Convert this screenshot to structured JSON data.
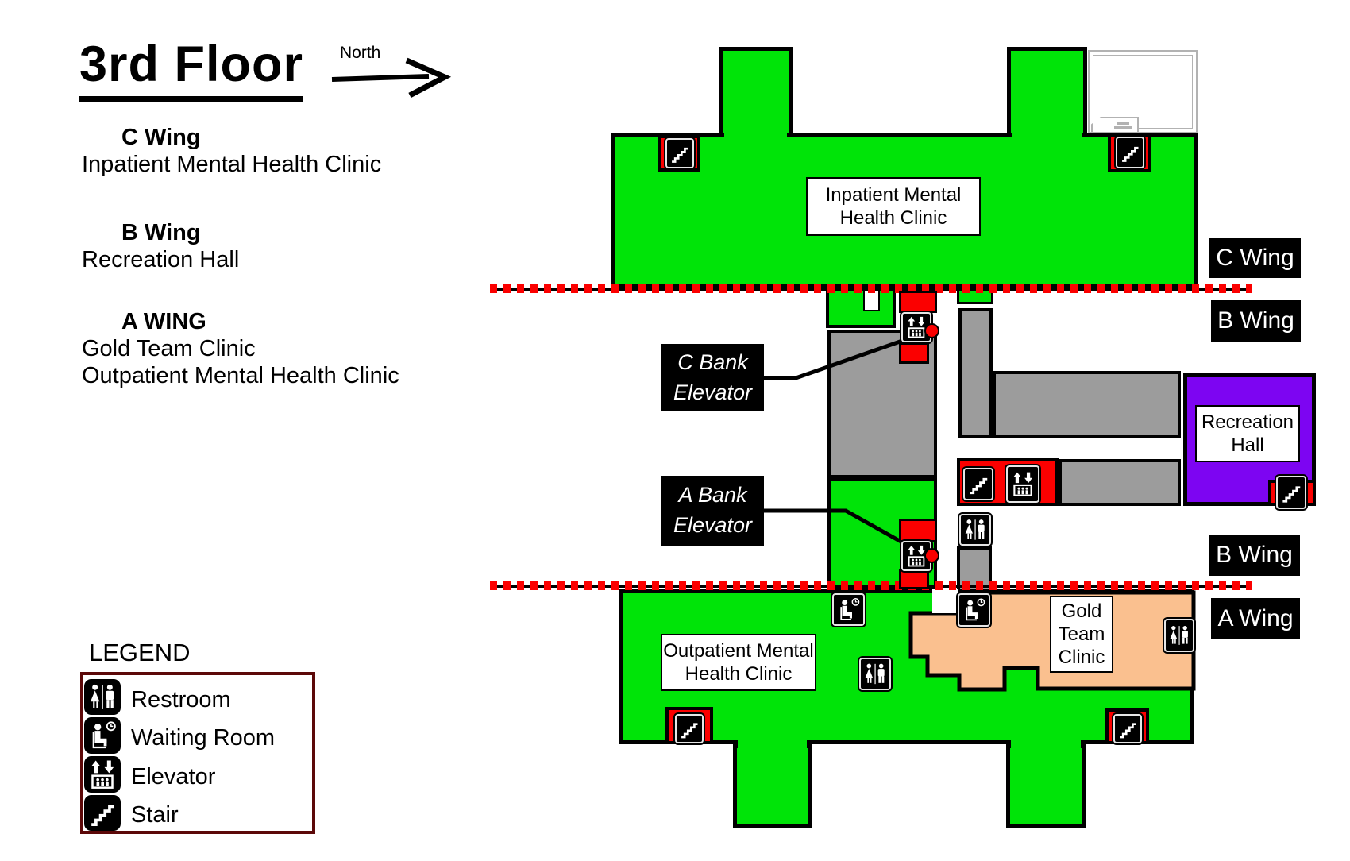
{
  "header": {
    "title": "3rd Floor",
    "north_label": "North"
  },
  "wings": [
    {
      "name": "C Wing",
      "lines": [
        "Inpatient Mental Health Clinic"
      ]
    },
    {
      "name": "B Wing",
      "lines": [
        "Recreation Hall"
      ]
    },
    {
      "name": "A WING",
      "lines": [
        "Gold Team Clinic",
        "Outpatient Mental Health Clinic"
      ]
    }
  ],
  "legend": {
    "title": "LEGEND",
    "items": [
      {
        "label": "Restroom",
        "icon": "restroom-icon"
      },
      {
        "label": "Waiting Room",
        "icon": "waiting-room-icon"
      },
      {
        "label": "Elevator",
        "icon": "elevator-icon"
      },
      {
        "label": "Stair",
        "icon": "stair-icon"
      }
    ]
  },
  "map": {
    "wing_tags": {
      "c": "C Wing",
      "b_top": "B Wing",
      "b_bottom": "B Wing",
      "a": "A Wing"
    },
    "rooms": {
      "inpatient": {
        "line1": "Inpatient Mental",
        "line2": "Health Clinic"
      },
      "recreation": {
        "line1": "Recreation",
        "line2": "Hall"
      },
      "gold": {
        "line1": "Gold",
        "line2": "Team",
        "line3": "Clinic"
      },
      "outpatient": {
        "line1": "Outpatient Mental",
        "line2": "Health Clinic"
      }
    },
    "callouts": {
      "c_bank": {
        "line1": "C Bank",
        "line2": "Elevator"
      },
      "a_bank": {
        "line1": "A Bank",
        "line2": "Elevator"
      }
    },
    "colors": {
      "green": "#00e408",
      "red": "#fb0000",
      "gray": "#9c9c9c",
      "purple": "#7d05f2",
      "peach": "#fac08f",
      "legend-border": "#5c0808"
    }
  }
}
